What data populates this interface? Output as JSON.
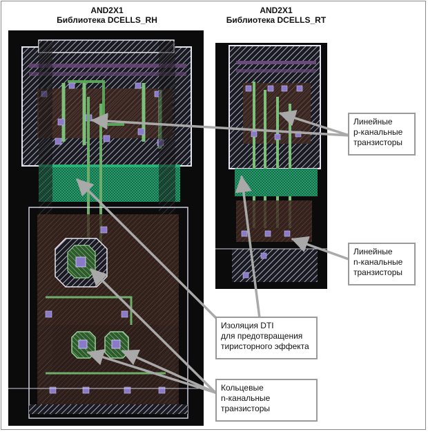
{
  "titles": {
    "left": {
      "line1": "AND2X1",
      "line2": "Библиотека DCELLS_RH"
    },
    "right": {
      "line1": "AND2X1",
      "line2": "Библиотека DCELLS_RT"
    }
  },
  "callouts": [
    {
      "id": "linear-p",
      "lines": [
        "Линейные",
        "p-канальные",
        "транзисторы"
      ]
    },
    {
      "id": "linear-n",
      "lines": [
        "Линейные",
        "n-канальные",
        "транзисторы"
      ]
    },
    {
      "id": "dti",
      "lines": [
        "Изоляция DTI",
        "для предотвращения",
        "тиристорного эффекта"
      ]
    },
    {
      "id": "ring-n",
      "lines": [
        "Кольцевые",
        "n-канальные",
        "транзисторы"
      ]
    }
  ],
  "colors": {
    "layout_bg": "#0b0b0b",
    "metal_hatch": "#cfcfe0",
    "nwell_outline": "#d8d8ec",
    "dti_green": "#1f8f5a",
    "poly_green": "#6fae6a",
    "diffusion_brown": "#5a3a2a",
    "contact_purple": "#8a7ac8",
    "arrow_gray": "#a9a9a9"
  }
}
